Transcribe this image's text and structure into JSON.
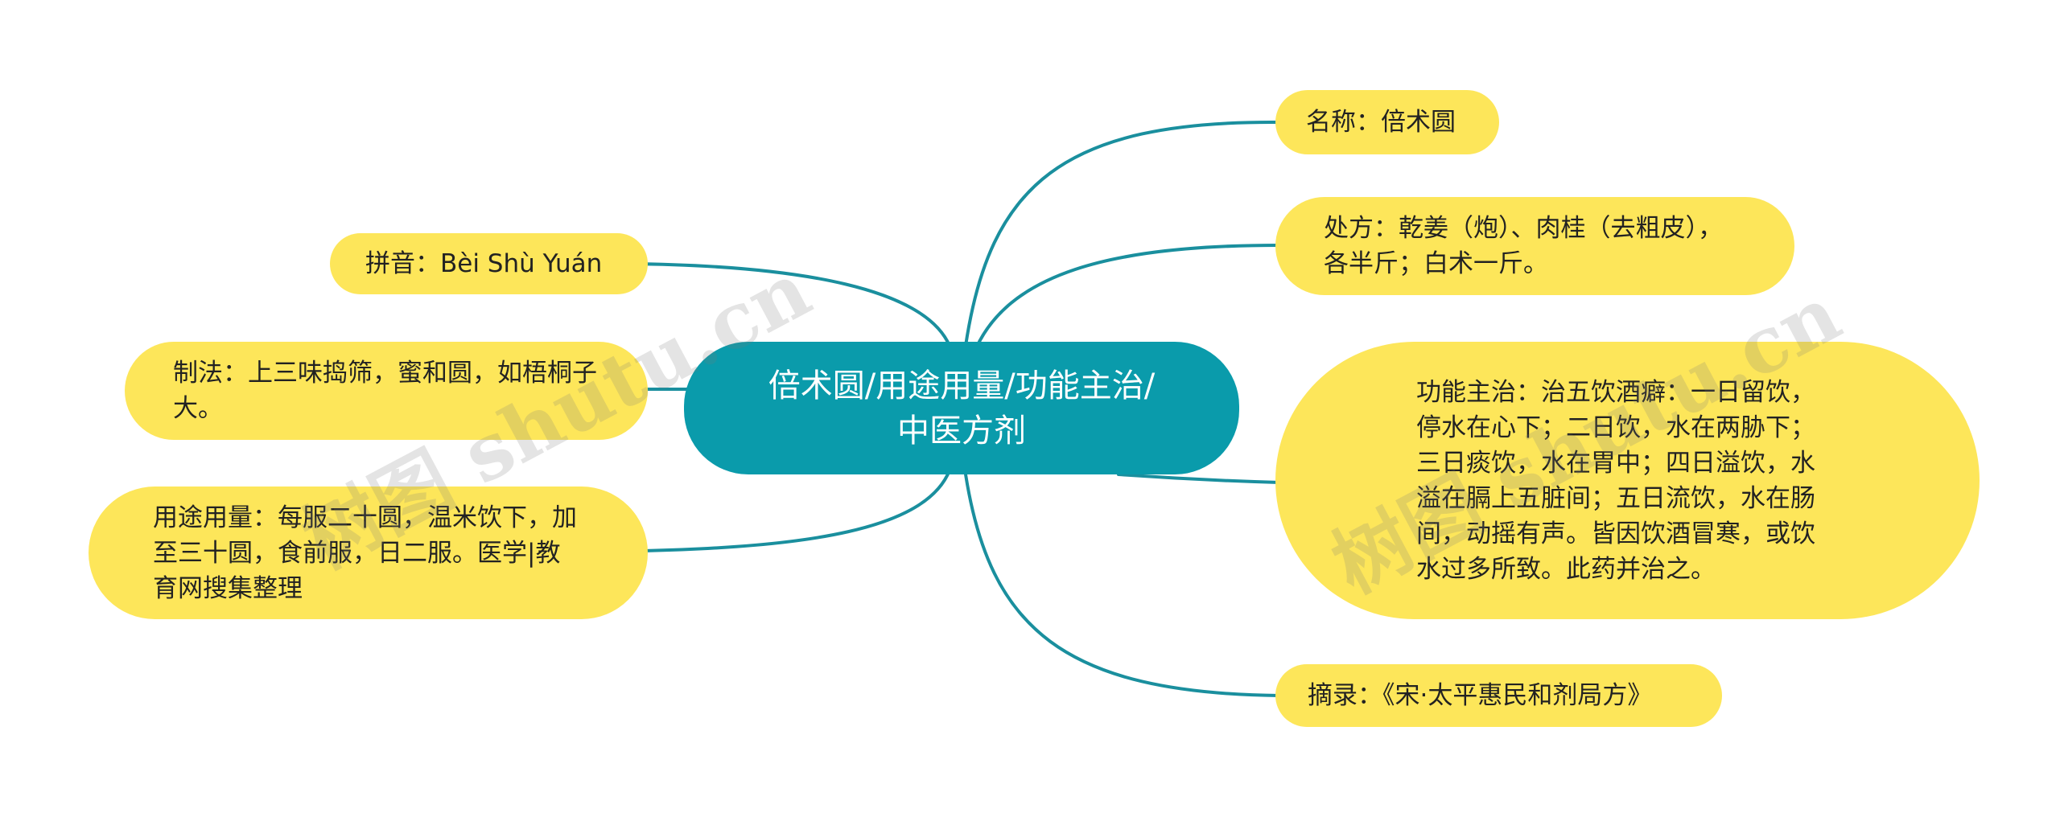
{
  "root": {
    "label": "倍术圆/用途用量/功能主治/中医方剂"
  },
  "nodes": {
    "name": "名称：倍术圆",
    "prescription": "处方：乾姜（炮）、肉桂（去粗皮），各半斤；白术一斤。",
    "pinyin": "拼音：Bèi Shù Yuán",
    "preparation": "制法：上三味捣筛，蜜和圆，如梧桐子大。",
    "usage": "用途用量：每服二十圆，温米饮下，加至三十圆，食前服，日二服。医学|教育网搜集整理",
    "function": "功能主治：治五饮酒癖：一日留饮，停水在心下；二日饮，水在两胁下；三日痰饮，水在胃中；四日溢饮，水溢在膈上五脏间；五日流饮，水在肠间，动摇有声。皆因饮酒冒寒，或饮水过多所致。此药并治之。",
    "source": "摘录：《宋·太平惠民和剂局方》"
  },
  "watermark": {
    "text": "树图 shutu.cn"
  },
  "colors": {
    "root_bg": "#0a9bab",
    "node_bg": "#fde65a",
    "line": "#1a8f9e"
  }
}
